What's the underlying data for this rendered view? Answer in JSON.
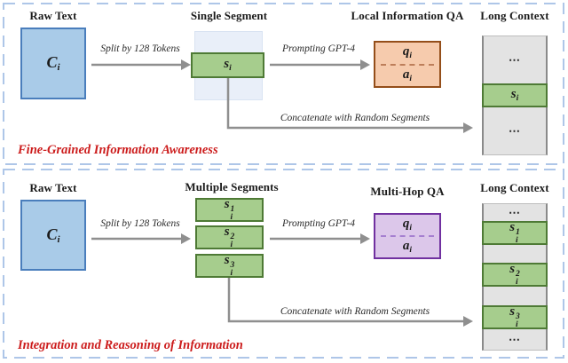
{
  "colors": {
    "panel_border": "#aec6e8",
    "blue_fill": "#a9cbe8",
    "blue_border": "#4a7ebc",
    "green_fill": "#a6cd8d",
    "green_border": "#4e7a35",
    "segment_bg": "#e9eff9",
    "segment_bg_border": "#d9e3f2",
    "orange_fill": "#f6cbad",
    "orange_border": "#944e1a",
    "orange_dash": "#bd7e5a",
    "purple_fill": "#dcc7ea",
    "purple_border": "#7030a0",
    "purple_dash": "#a57fd0",
    "gray_fill": "#e3e3e3",
    "gray_border": "#8a8a8a",
    "arrow": "#8f8f8f",
    "caption": "#cc1c1c",
    "text": "#1b1b1b"
  },
  "top": {
    "caption": "Fine-Grained Information Awareness",
    "raw_text_label": "Raw Text",
    "raw_symbol_base": "C",
    "raw_symbol_sub": "i",
    "split_label": "Split by 128 Tokens",
    "segment_label": "Single Segment",
    "segment_base": "s",
    "segment_sub": "i",
    "prompt_label": "Prompting GPT-4",
    "qa_label": "Local Information QA",
    "qa_q_base": "q",
    "qa_q_sub": "i",
    "qa_a_base": "a",
    "qa_a_sub": "i",
    "concat_label": "Concatenate with Random Segments",
    "long_context_label": "Long Context",
    "lc_cells": [
      {
        "kind": "ellipsis",
        "text": "⋯"
      },
      {
        "kind": "segment",
        "base": "s",
        "sub": "i"
      },
      {
        "kind": "ellipsis",
        "text": "⋯"
      }
    ]
  },
  "bottom": {
    "caption": "Integration and Reasoning of Information",
    "raw_text_label": "Raw Text",
    "raw_symbol_base": "C",
    "raw_symbol_sub": "i",
    "split_label": "Split by 128 Tokens",
    "segments_label": "Multiple Segments",
    "segments": [
      {
        "base": "s",
        "sup": "1",
        "sub": "i"
      },
      {
        "base": "s",
        "sup": "2",
        "sub": "i"
      },
      {
        "base": "s",
        "sup": "3",
        "sub": "i"
      }
    ],
    "prompt_label": "Prompting GPT-4",
    "qa_label": "Multi-Hop QA",
    "qa_q_base": "q",
    "qa_q_sub": "i",
    "qa_a_base": "a",
    "qa_a_sub": "i",
    "concat_label": "Concatenate with Random Segments",
    "long_context_label": "Long Context",
    "lc_cells": [
      {
        "kind": "ellipsis",
        "text": "⋯"
      },
      {
        "kind": "segment",
        "base": "s",
        "sup": "1",
        "sub": "i"
      },
      {
        "kind": "spacer",
        "text": ""
      },
      {
        "kind": "segment",
        "base": "s",
        "sup": "2",
        "sub": "i"
      },
      {
        "kind": "spacer",
        "text": ""
      },
      {
        "kind": "segment",
        "base": "s",
        "sup": "3",
        "sub": "i"
      },
      {
        "kind": "ellipsis",
        "text": "⋯"
      }
    ]
  }
}
